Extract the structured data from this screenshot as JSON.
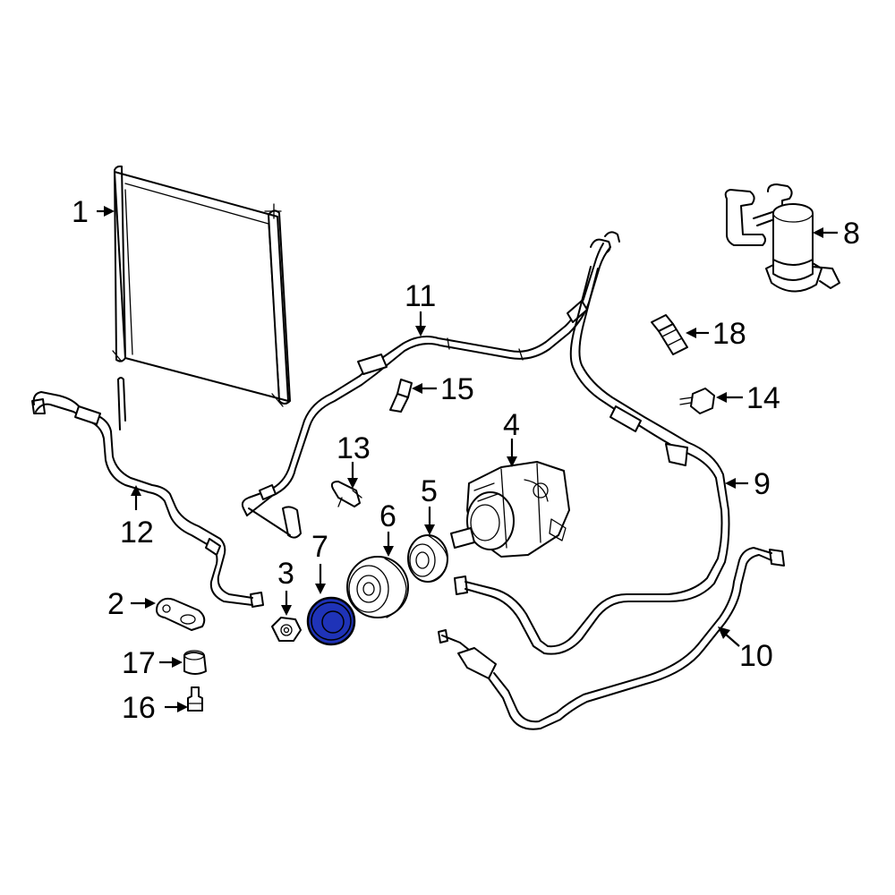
{
  "callouts": {
    "c1": "1",
    "c2": "2",
    "c3": "3",
    "c4": "4",
    "c5": "5",
    "c6": "6",
    "c7": "7",
    "c8": "8",
    "c9": "9",
    "c10": "10",
    "c11": "11",
    "c12": "12",
    "c13": "13",
    "c14": "14",
    "c15": "15",
    "c16": "16",
    "c17": "17",
    "c18": "18"
  },
  "highlight": {
    "part": "7",
    "color": "#1f33b8"
  }
}
